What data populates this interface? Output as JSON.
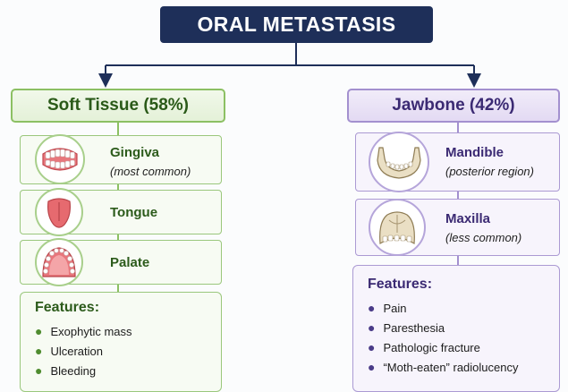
{
  "title": "ORAL METASTASIS",
  "soft_tissue": {
    "header": "Soft Tissue (58%)",
    "items": [
      {
        "name": "Gingiva",
        "note": "(most common)",
        "icon": "gingiva-icon"
      },
      {
        "name": "Tongue",
        "note": "",
        "icon": "tongue-icon"
      },
      {
        "name": "Palate",
        "note": "",
        "icon": "palate-icon"
      }
    ],
    "features_title": "Features:",
    "features": [
      "Exophytic mass",
      "Ulceration",
      "Bleeding"
    ]
  },
  "jawbone": {
    "header": "Jawbone (42%)",
    "items": [
      {
        "name": "Mandible",
        "note": "(posterior region)",
        "icon": "mandible-icon"
      },
      {
        "name": "Maxilla",
        "note": "(less common)",
        "icon": "maxilla-icon"
      }
    ],
    "features_title": "Features:",
    "features": [
      "Pain",
      "Paresthesia",
      "Pathologic fracture",
      "“Moth-eaten” radiolucency"
    ]
  },
  "colors": {
    "title_bg": "#1e2f59",
    "soft_accent": "#8cc063",
    "jaw_accent": "#a390cf"
  }
}
